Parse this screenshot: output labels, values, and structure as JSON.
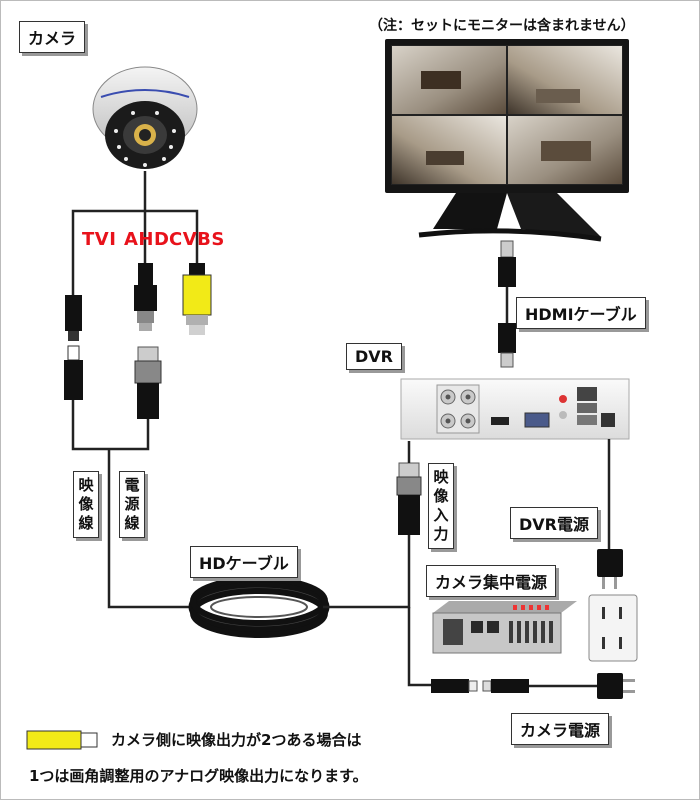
{
  "labels": {
    "camera": "カメラ",
    "monitor_note": "（注：セットにモニターは含まれません）",
    "tvi": "TVI",
    "ahd": "AHD",
    "cvbs": "CVBS",
    "hdmi_cable": "HDMIケーブル",
    "dvr": "DVR",
    "video_line": "映像線",
    "power_line": "電源線",
    "video_input": "映像入力",
    "dvr_power": "DVR電源",
    "hd_cable": "HDケーブル",
    "camera_central_power": "カメラ集中電源",
    "camera_power": "カメラ電源"
  },
  "footnote": {
    "line1": "カメラ側に映像出力が2つある場合は",
    "line2": "1つは画角調整用のアナログ映像出力になります。"
  },
  "colors": {
    "signal_text": "#e8121b",
    "cvbs_connector": "#f2ea17"
  }
}
